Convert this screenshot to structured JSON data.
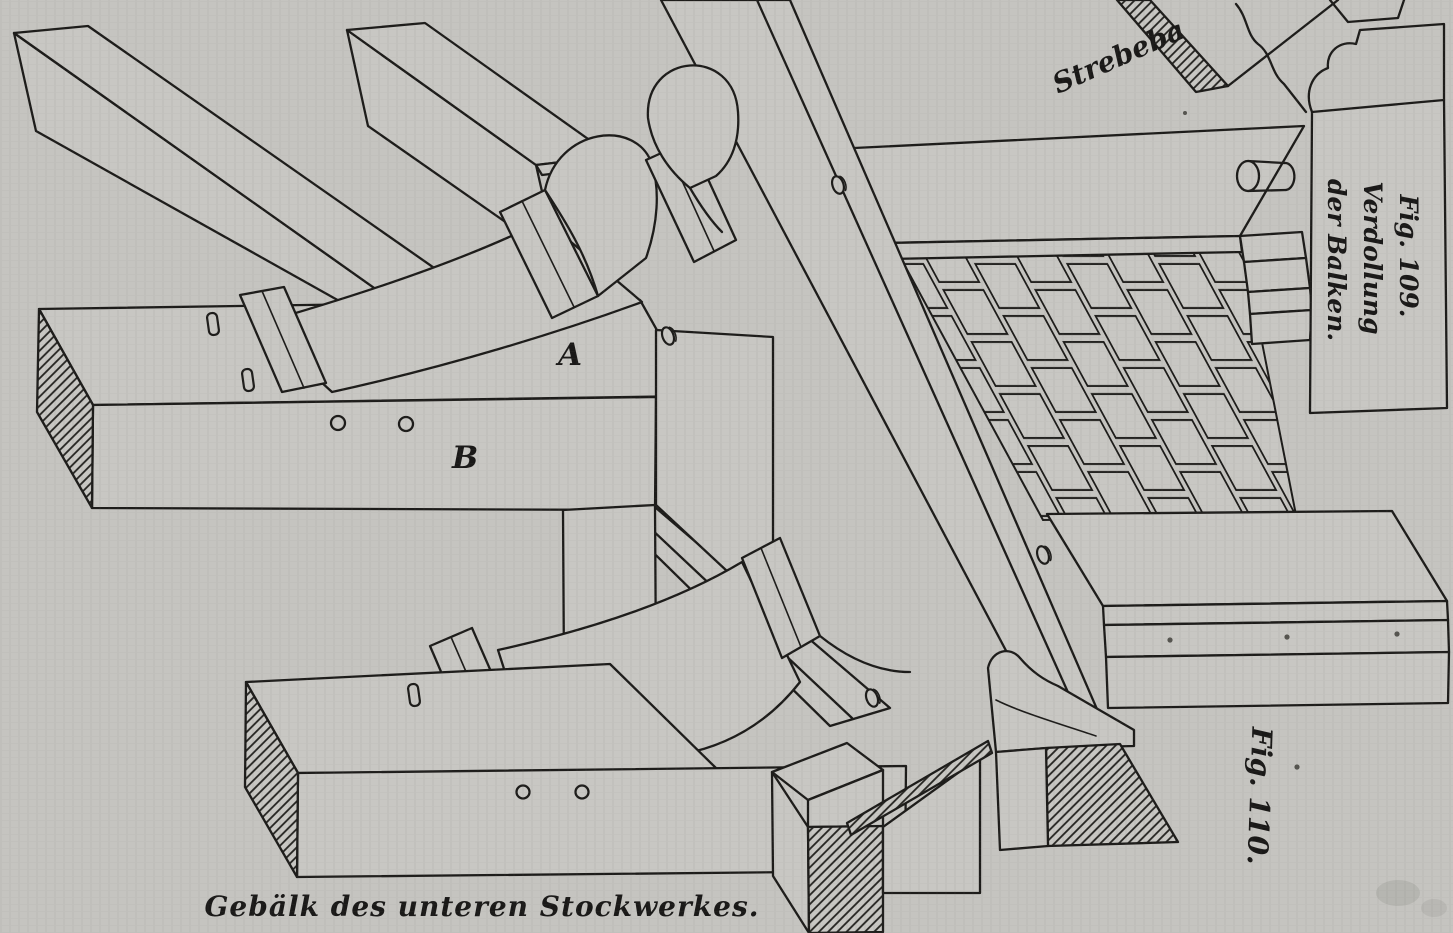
{
  "page": {
    "background_color": "#c5c4c0",
    "ink_color": "#1d1c1a",
    "kind": "book engraving of timber-frame construction details"
  },
  "figure_110": {
    "caption": "Gebälk des unteren Stockwerkes.",
    "figure_label": "Fig. 110.",
    "part_label_a": "A",
    "part_label_b": "B"
  },
  "figure_109": {
    "figure_label": "Fig. 109.",
    "title_line_1": "Verdollung",
    "title_line_2": "der Balken.",
    "strut_label": "Strebeba"
  }
}
